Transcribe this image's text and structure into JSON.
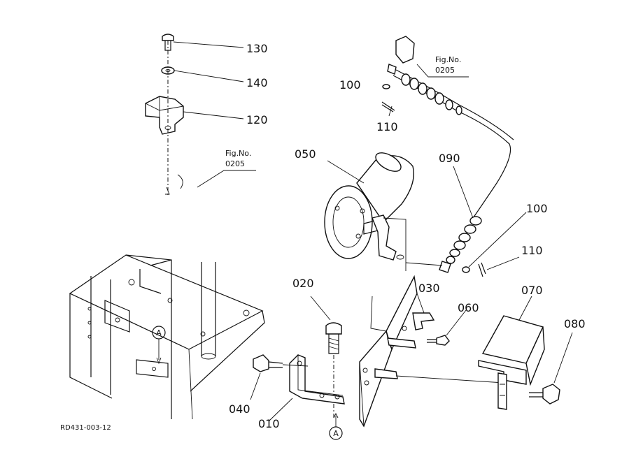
{
  "caption": "RD431-003-12",
  "figure_refs": [
    {
      "fig": "Fig.No.",
      "num": "0205"
    },
    {
      "fig": "Fig.No.",
      "num": "0205"
    }
  ],
  "parts": [
    {
      "id": "130",
      "text": "130"
    },
    {
      "id": "140",
      "text": "140"
    },
    {
      "id": "120",
      "text": "120"
    },
    {
      "id": "100a",
      "text": "100"
    },
    {
      "id": "110a",
      "text": "110"
    },
    {
      "id": "050",
      "text": "050"
    },
    {
      "id": "090",
      "text": "090"
    },
    {
      "id": "100b",
      "text": "100"
    },
    {
      "id": "110b",
      "text": "110"
    },
    {
      "id": "020",
      "text": "020"
    },
    {
      "id": "030",
      "text": "030"
    },
    {
      "id": "060",
      "text": "060"
    },
    {
      "id": "070",
      "text": "070"
    },
    {
      "id": "080",
      "text": "080"
    },
    {
      "id": "040",
      "text": "040"
    },
    {
      "id": "010",
      "text": "010"
    }
  ],
  "markers": [
    {
      "text": "A"
    },
    {
      "text": "A"
    }
  ]
}
